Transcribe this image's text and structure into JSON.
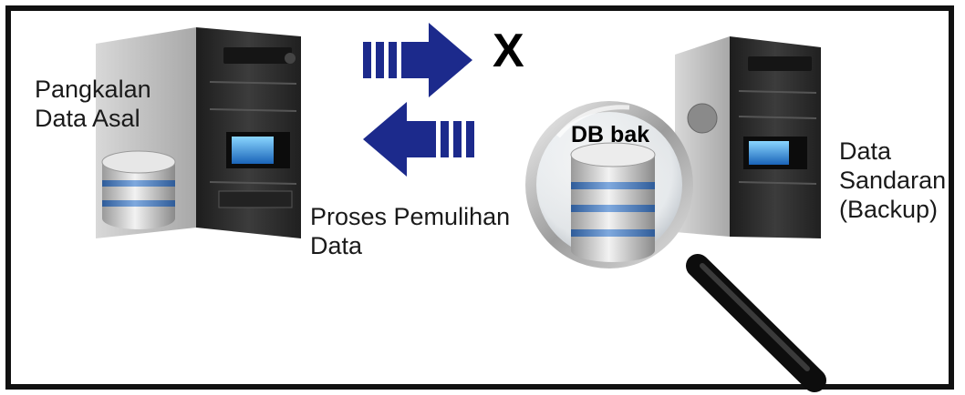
{
  "source_label": {
    "line1": "Pangkalan",
    "line2": "Data Asal"
  },
  "process_label": {
    "line1": "Proses Pemulihan",
    "line2": "Data"
  },
  "backup_label": {
    "line1": "Data",
    "line2": "Sandaran",
    "line3": "(Backup)"
  },
  "fail_mark": "X",
  "magnifier_label": "DB bak",
  "colors": {
    "arrow": "#1c2a8c",
    "frame": "#111111",
    "server_body": "#2b2b2b",
    "db_blue": "#4a78b8"
  }
}
